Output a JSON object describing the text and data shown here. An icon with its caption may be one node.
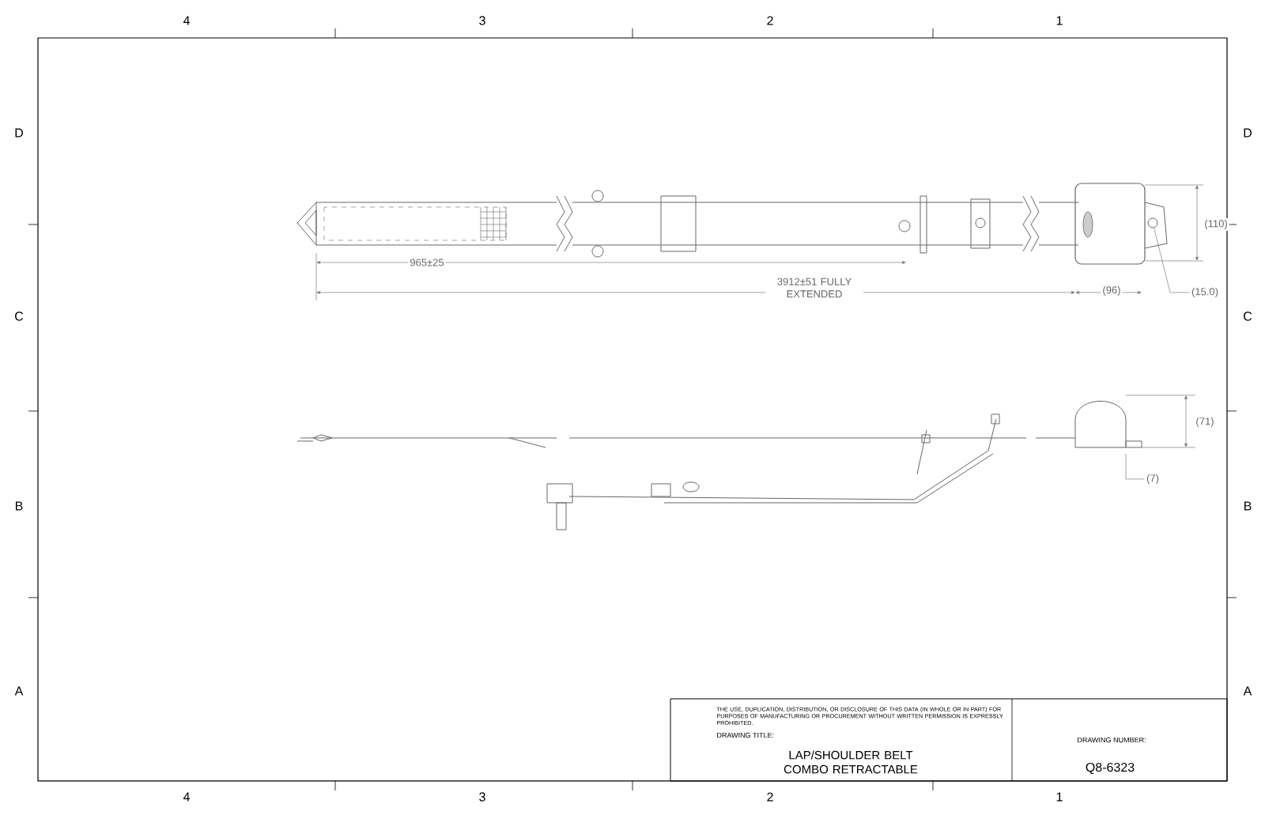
{
  "diagram": {
    "title": "LAP/SHOULDER BELT COMBO RETRACTABLE",
    "nodes": [
      {
        "text": [
          "(15.0)"
        ]
      },
      {
        "text": [
          "(7)"
        ]
      },
      {
        "text": [],
        "shape": "circle"
      }
    ],
    "edges": [
      {
        "from": 0,
        "to": 2,
        "arrow": "none"
      },
      {
        "from": 1,
        "to": null,
        "arrow": "none"
      }
    ],
    "labels": [
      "4",
      "3",
      "2",
      "1",
      "D",
      "D",
      "(110)",
      "965±25",
      "3912±51 FULLY EXTENDED",
      "(96)",
      "C",
      "C",
      "(71)",
      "B",
      "B",
      "A",
      "A",
      "THE USE, DUPLICATION, DISTRIBUTION, OR DISCLOSURE OF THIS DATA (IN WHOLE OR IN PART) FOR PURPOSES OF MANUFACTURING OR PROCUREMENT WITHOUT WRITTEN PERMISSION IS EXPRESSLY PROHIBITED.",
      "DRAWING TITLE:",
      "DRAWING NUMBER:",
      "Q8-6323",
      "4",
      "3",
      "2",
      "1"
    ]
  }
}
